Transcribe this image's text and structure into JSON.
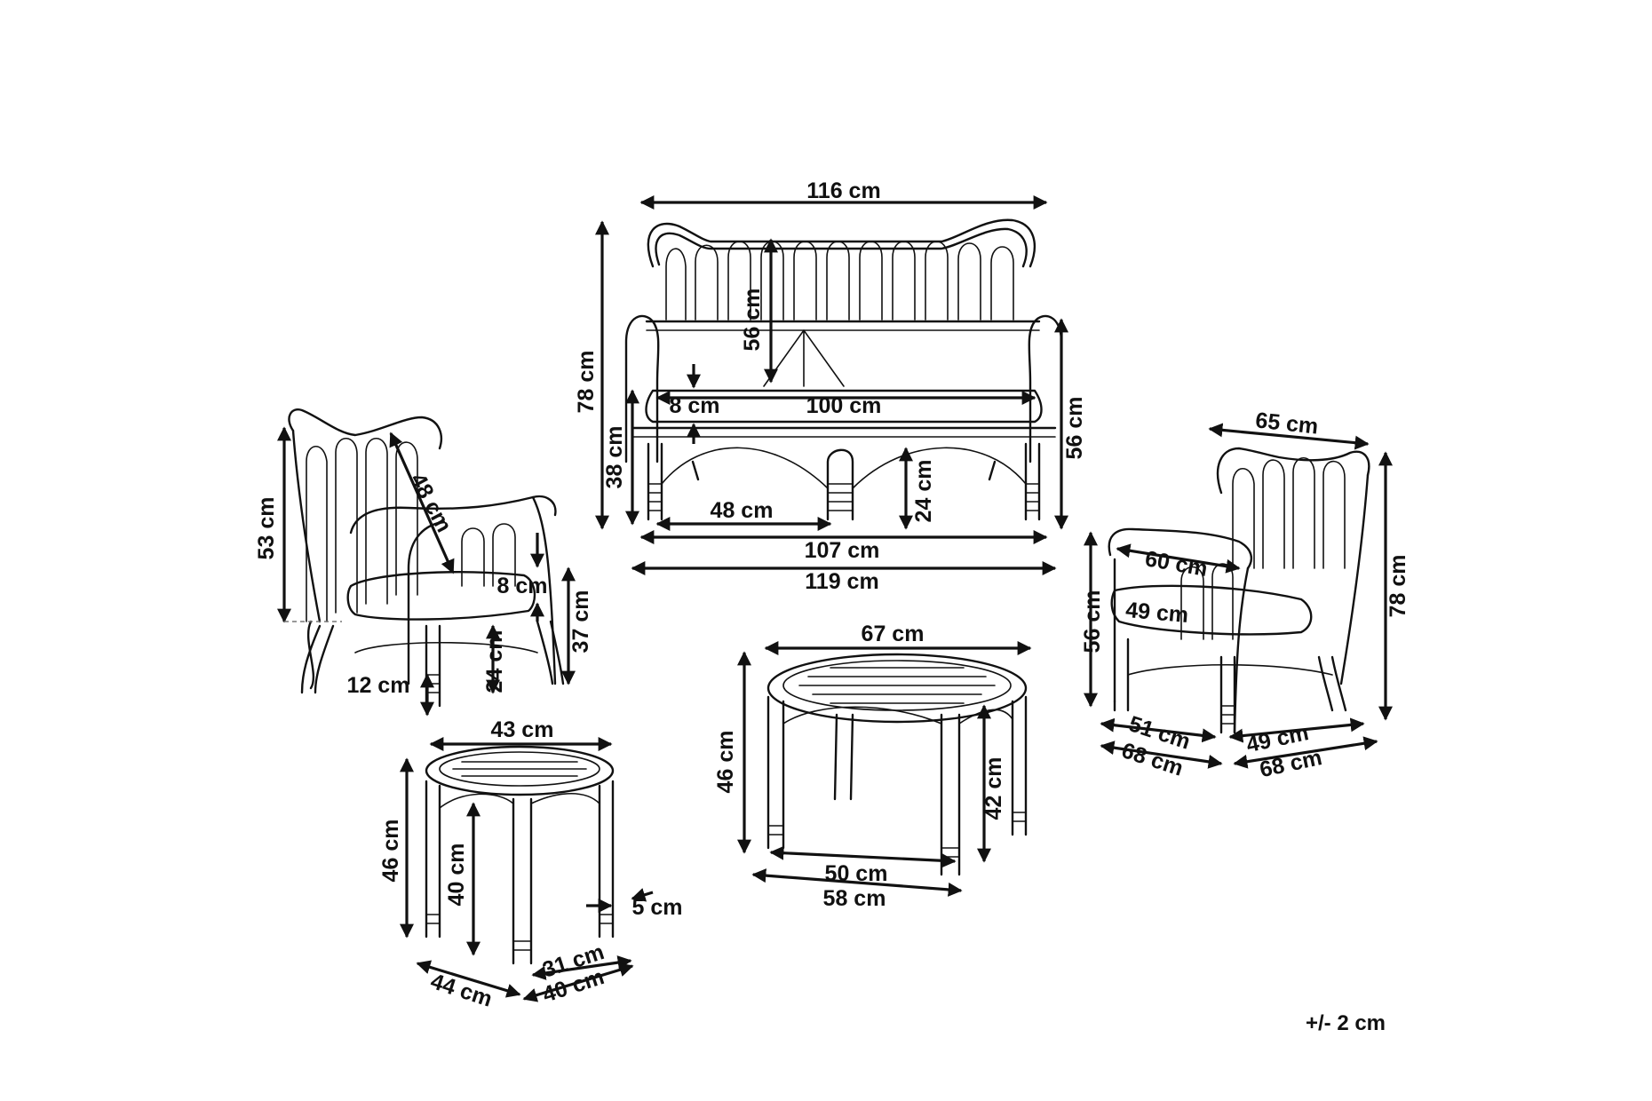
{
  "sofa": {
    "width_back": "116 cm",
    "height_total": "78 cm",
    "back_height": "56 cm",
    "cushion_thickness": "8 cm",
    "seat_width": "100 cm",
    "seat_height": "38 cm",
    "arm_height": "56 cm",
    "clearance": "24 cm",
    "seat_depth": "48 cm",
    "width_inner": "107 cm",
    "width_total": "119 cm"
  },
  "armchair_left": {
    "back_height": "53 cm",
    "back_diagonal": "48 cm",
    "cushion_thickness": "8 cm",
    "seat_height": "37 cm",
    "clearance": "24 cm",
    "foot": "12 cm"
  },
  "armchair_right": {
    "top_width": "65 cm",
    "seat_width": "60 cm",
    "seat_depth": "49 cm",
    "arm_height": "56 cm",
    "height_total": "78 cm",
    "base_depth_inner": "51 cm",
    "base_depth": "68 cm",
    "base_width_inner": "49 cm",
    "base_width": "68 cm"
  },
  "coffee_table": {
    "top_width": "67 cm",
    "height": "46 cm",
    "inner_height": "42 cm",
    "base_inner": "50 cm",
    "base_width": "58 cm"
  },
  "side_table": {
    "top_width": "43 cm",
    "height": "46 cm",
    "inner_height": "40 cm",
    "leg": "5 cm",
    "base_inner": "31 cm",
    "base_depth": "44 cm",
    "base_width": "40 cm"
  },
  "tolerance": "+/- 2 cm"
}
